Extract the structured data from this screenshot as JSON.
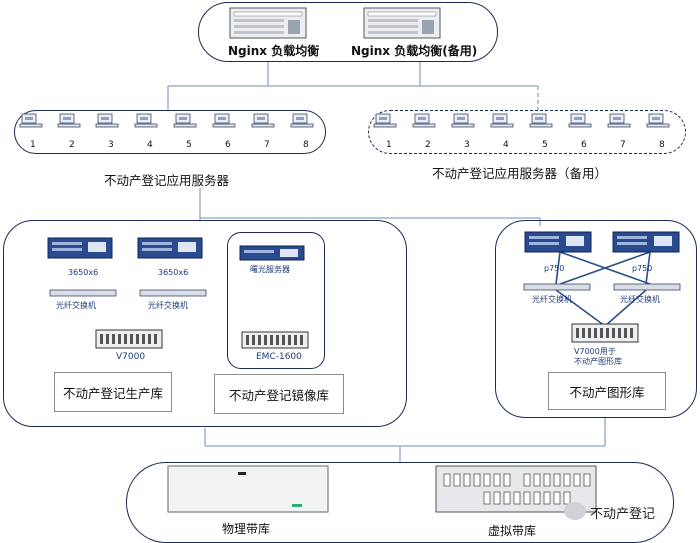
{
  "top": {
    "lb_primary": "Nginx 负载均衡",
    "lb_backup": "Nginx 负载均衡(备用)"
  },
  "app_servers": {
    "primary_label": "不动产登记应用服务器",
    "backup_label": "不动产登记应用服务器（备用）",
    "numbers": [
      "1",
      "2",
      "3",
      "4",
      "5",
      "6",
      "7",
      "8"
    ]
  },
  "production": {
    "server_label_1": "3650x6",
    "server_label_2": "3650x6",
    "switch_label_1": "光纤交换机",
    "switch_label_2": "光纤交换机",
    "storage_label": "V7000",
    "title": "不动产登记生产库"
  },
  "mirror": {
    "server_label": "曙光服务器",
    "storage_label": "EMC-1600",
    "title": "不动产登记镜像库"
  },
  "graphics": {
    "server_label_1": "p750",
    "server_label_2": "p750",
    "switch_label_1": "光纤交换机",
    "switch_label_2": "光纤交换机",
    "storage_label_line1": "V7000用于",
    "storage_label_line2": "不动产图形库",
    "title": "不动产图形库"
  },
  "tape": {
    "physical": "物理带库",
    "virtual": "虚拟带库"
  },
  "watermark": {
    "text": "不动产登记"
  },
  "colors": {
    "line": "#8ea3c8",
    "link": "#2b4f8a",
    "border": "#1d2b55",
    "server": "#2a4a8f"
  }
}
